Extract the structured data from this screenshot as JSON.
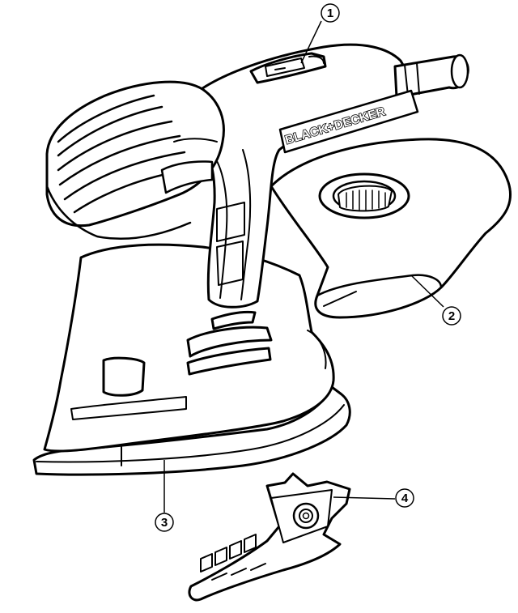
{
  "product": {
    "brand": "BLACK+DECKER"
  },
  "callouts": [
    {
      "label": "1"
    },
    {
      "label": "2"
    },
    {
      "label": "3"
    },
    {
      "label": "4"
    }
  ],
  "colors": {
    "line": "#000000",
    "background": "#ffffff"
  }
}
